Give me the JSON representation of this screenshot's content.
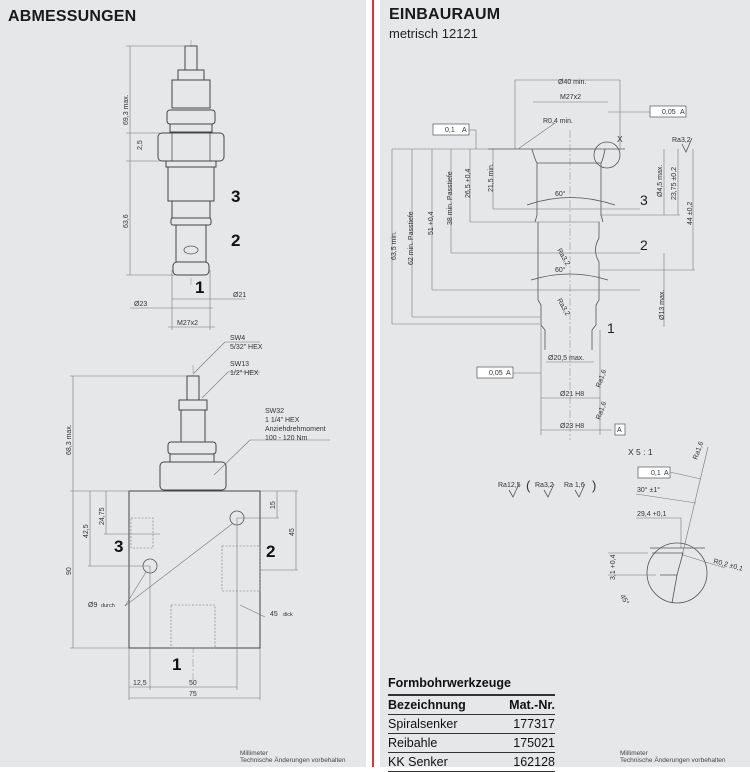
{
  "left": {
    "title": "ABMESSUNGEN",
    "cartridge": {
      "dims": {
        "overall": "69,3 max.",
        "collar": "2,5",
        "insert": "63,6",
        "d21": "Ø21",
        "d23": "Ø23",
        "thread": "M27x2"
      },
      "ports": [
        "3",
        "2",
        "1"
      ]
    },
    "block": {
      "callouts": {
        "sw4": "SW4",
        "sw4_hex": "5/32\" HEX",
        "sw13": "SW13",
        "sw13_hex": "1/2\" HEX",
        "sw32": "SW32",
        "sw32_hex": "1 1/4\" HEX",
        "torque_label": "Anziehdrehmoment",
        "torque": "100 - 120 Nm"
      },
      "dims": {
        "overall": "68,3 max.",
        "height": "90",
        "d42": "42,5",
        "d24": "24,75",
        "d15": "15",
        "d45": "45",
        "hole": "Ø9",
        "hole_note": "durch",
        "thick": "45",
        "thick_note": "dick",
        "d12": "12,5",
        "d50": "50",
        "width": "75"
      },
      "ports": [
        "3",
        "2",
        "1"
      ]
    },
    "footer": {
      "unit": "Millimeter",
      "note": "Technische Änderungen vorbehalten"
    }
  },
  "right": {
    "title": "EINBAURAUM",
    "subtitle": "metrisch 12121",
    "cavity": {
      "d40": "Ø40 min.",
      "thread": "M27x2",
      "runout_tol": "0,05",
      "datum": "A",
      "radius": "R0,4 min.",
      "flat_tol": "0,1",
      "detail_mark": "X",
      "ra32": "Ra3,2",
      "angle1": "60°",
      "angle2": "60°",
      "ports": [
        "3",
        "2",
        "1"
      ],
      "d635": "63,5 min.",
      "d62": "62 min. Passtiefe",
      "d51": "51 +0,4",
      "d38": "38 min. Passtiefe",
      "d265": "26,5 +0,4",
      "d215": "21,5 min.",
      "d45": "Ø4,5 max.",
      "d2375": "23,75 ±0,2",
      "d44": "44 ±0,2",
      "d13": "Ø13 max.",
      "d205": "Ø20,5 max.",
      "d21": "Ø21 H8",
      "d23": "Ø23 H8",
      "ra16": "Ra1,6",
      "runout_tol2": "0,05"
    },
    "detail": {
      "label": "X 5 : 1",
      "ra16": "Ra1,6",
      "runout": "0,1",
      "datum": "A",
      "angle": "30° ±1°",
      "dia": "29,4 +0,1",
      "depth": "3,1 +0,4",
      "chamfer": "45°",
      "radius": "R0,2 ±0,1"
    },
    "roughness": {
      "a": "Ra12,5",
      "b": "Ra3,2",
      "c": "Ra 1,6"
    },
    "tools": {
      "title": "Formbohrwerkzeuge",
      "columns": [
        "Bezeichnung",
        "Mat.-Nr."
      ],
      "rows": [
        {
          "name": "Spiralsenker",
          "nr": "177317"
        },
        {
          "name": "Reibahle",
          "nr": "175021"
        },
        {
          "name": "KK Senker",
          "nr": "162128"
        }
      ]
    },
    "footer": {
      "unit": "Millimeter",
      "note": "Technische Änderungen vorbehalten"
    }
  }
}
